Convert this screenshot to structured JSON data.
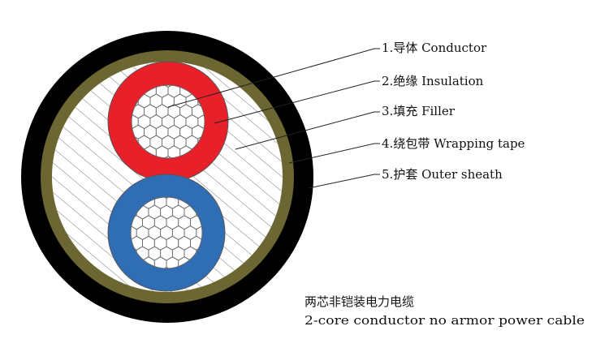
{
  "labels": [
    {
      "number": "1.",
      "text": "导体 Conductor"
    },
    {
      "number": "2.",
      "text": "绝缘 Insulation"
    },
    {
      "number": "3.",
      "text": "填充 Filler"
    },
    {
      "number": "4.",
      "text": "绕包带 Wrapping tape"
    },
    {
      "number": "5.",
      "text": "护套 Outer sheath"
    }
  ],
  "caption": {
    "zh": "两芯非铠装电力电缆",
    "en": "2-core conductor no armor power cable"
  },
  "colors": {
    "outer_sheath": "#000000",
    "wrapping_tape": "#6b6632",
    "filler": "#ffffff",
    "insulation_core_1": "#e8202a",
    "insulation_core_2": "#2f6db5",
    "conductor": "#ffffff"
  }
}
